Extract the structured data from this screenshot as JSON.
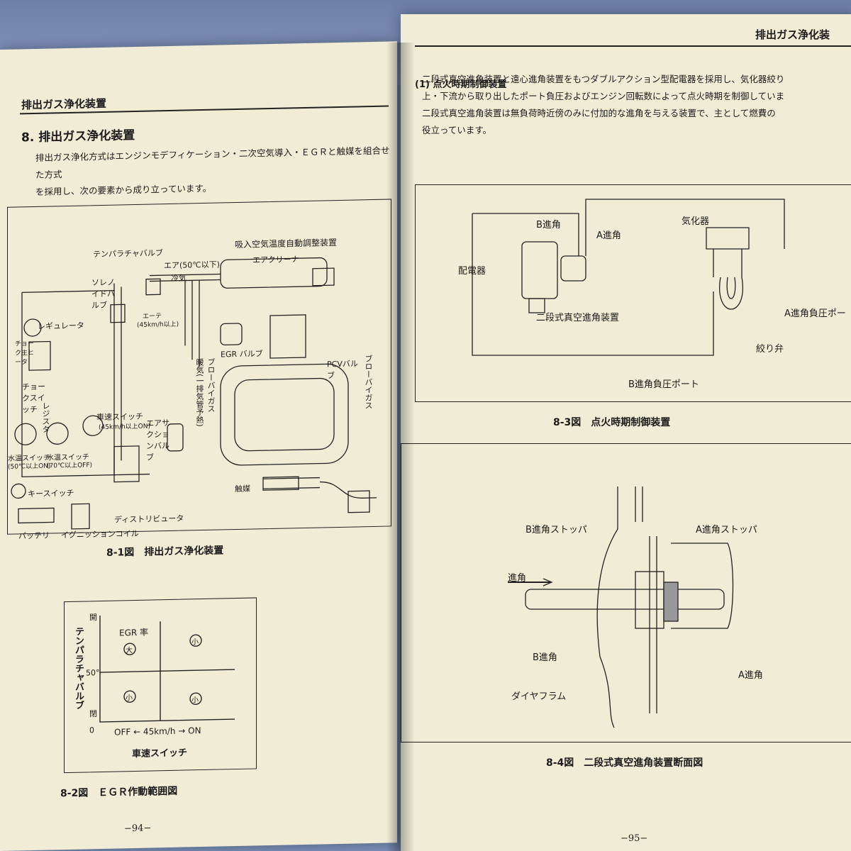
{
  "left": {
    "header": "排出ガス浄化装置",
    "section_title": "8.  排出ガス浄化装置",
    "intro_line1": "排出ガス浄化方式はエンジンモデフィケーション・二次空気導入・ＥＧＲと触媒を組合せた方式",
    "intro_line2": "を採用し、次の要素から成り立っています。",
    "fig1": {
      "caption": "8-1図　排出ガス浄化装置",
      "labels": {
        "tempura_valve": "テンパラチャバルブ",
        "air_temp": "エア(50℃以下)",
        "cold_air": "冷気",
        "intake_auto": "吸入空気温度自動調整装置",
        "air_cleaner": "エアクリーナ",
        "solenoid": "ソレノイドバルブ",
        "regulator": "レギュレータ",
        "choke_main": "チョーク主ヒータ",
        "ether": "エーテ",
        "speed_note": "(45km/h以上)",
        "egr_valve": "EGR バルブ",
        "warm_air": "暖気(一排気管予熱)",
        "blowby": "ブローバイガス",
        "blowby2": "ブローバイガス",
        "pcv": "PCVバルブ",
        "choke_switch": "チョークスイッチ",
        "resistor": "レジスタ",
        "speed_switch": "車速スイッチ",
        "speed_on": "(45km/h以上ON)",
        "air_suction": "エアサクションバルブ",
        "water_sw1": "水温スイッチ",
        "water_sw1_note": "(50℃以上ON)",
        "water_sw2": "水温スイッチ",
        "water_sw2_note": "(70℃以上OFF)",
        "key_switch": "キースイッチ",
        "catalyst": "触媒",
        "distributor": "ディストリビュータ",
        "battery": "バッテリ",
        "ignition_coil": "イグニッションコイル"
      }
    },
    "fig2": {
      "caption": "8-2図　ＥＧＲ作動範囲図",
      "egr_rate": "EGR 率",
      "big": "大",
      "small": "小",
      "y_axis": "テンパラチャバルブ",
      "y_open": "開",
      "y_closed": "閉",
      "y_mid": "50°",
      "x_zero": "0",
      "x_axis_values": "OFF ← 45km/h → ON",
      "x_label": "車速スイッチ"
    },
    "page_number": "−94−"
  },
  "right": {
    "header": "排出ガス浄化装",
    "subsection": "(1)  点火時期制御装置",
    "para_line1": "二段式真空進角装置と遠心進角装置をもつダブルアクション型配電器を採用し、気化器絞り",
    "para_line2": "上・下流から取り出したポート負圧およびエンジン回転数によって点火時期を制御していま",
    "para_line3": "二段式真空進角装置は無負荷時近傍のみに付加的な進角を与える装置で、主として燃費の",
    "para_line4": "役立っています。",
    "fig3": {
      "caption": "8-3図　点火時期制御装置",
      "b_adv": "B進角",
      "a_adv": "A進角",
      "carb": "気化器",
      "distributor": "配電器",
      "two_stage": "二段式真空進角装置",
      "a_port": "A進角負圧ポー",
      "throttle": "絞り弁",
      "b_port": "B進角負圧ポート"
    },
    "fig4": {
      "caption": "8-4図　二段式真空進角装置断面図",
      "b_stopper": "B進角ストッパ",
      "a_stopper": "A進角ストッパ",
      "advance": "進角",
      "b_adv": "B進角",
      "a_adv": "A進角",
      "diaphragm": "ダイヤフラム"
    },
    "page_number": "−95−"
  }
}
